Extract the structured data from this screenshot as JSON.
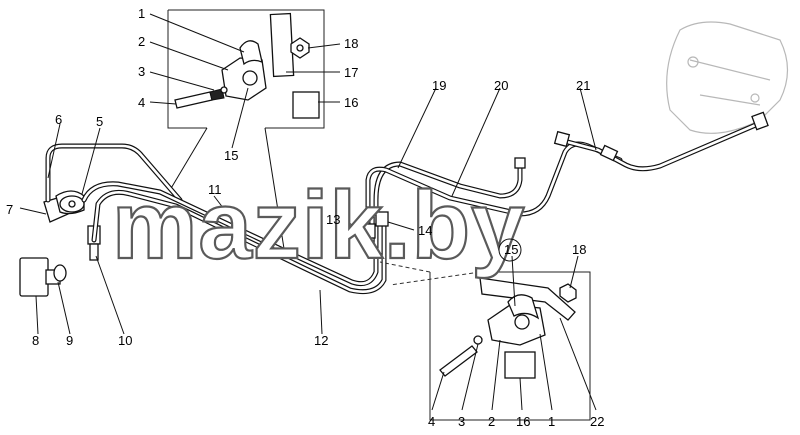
{
  "watermark": "mazik.by",
  "callouts": [
    {
      "id": "c1-top",
      "text": "1"
    },
    {
      "id": "c2-top",
      "text": "2"
    },
    {
      "id": "c3-top",
      "text": "3"
    },
    {
      "id": "c4-top",
      "text": "4"
    },
    {
      "id": "c5",
      "text": "5"
    },
    {
      "id": "c6",
      "text": "6"
    },
    {
      "id": "c7",
      "text": "7"
    },
    {
      "id": "c8",
      "text": "8"
    },
    {
      "id": "c9",
      "text": "9"
    },
    {
      "id": "c10",
      "text": "10"
    },
    {
      "id": "c11",
      "text": "11"
    },
    {
      "id": "c12",
      "text": "12"
    },
    {
      "id": "c13",
      "text": "13"
    },
    {
      "id": "c14",
      "text": "14"
    },
    {
      "id": "c15-top",
      "text": "15"
    },
    {
      "id": "c16-top",
      "text": "16"
    },
    {
      "id": "c17",
      "text": "17"
    },
    {
      "id": "c18-top",
      "text": "18"
    },
    {
      "id": "c19",
      "text": "19"
    },
    {
      "id": "c20",
      "text": "20"
    },
    {
      "id": "c21",
      "text": "21"
    },
    {
      "id": "c15-bot",
      "text": "15"
    },
    {
      "id": "c18-bot",
      "text": "18"
    },
    {
      "id": "c4-bot",
      "text": "4"
    },
    {
      "id": "c3-bot",
      "text": "3"
    },
    {
      "id": "c2-bot",
      "text": "2"
    },
    {
      "id": "c16-bot",
      "text": "16"
    },
    {
      "id": "c1-bot",
      "text": "1"
    },
    {
      "id": "c22",
      "text": "22"
    }
  ]
}
